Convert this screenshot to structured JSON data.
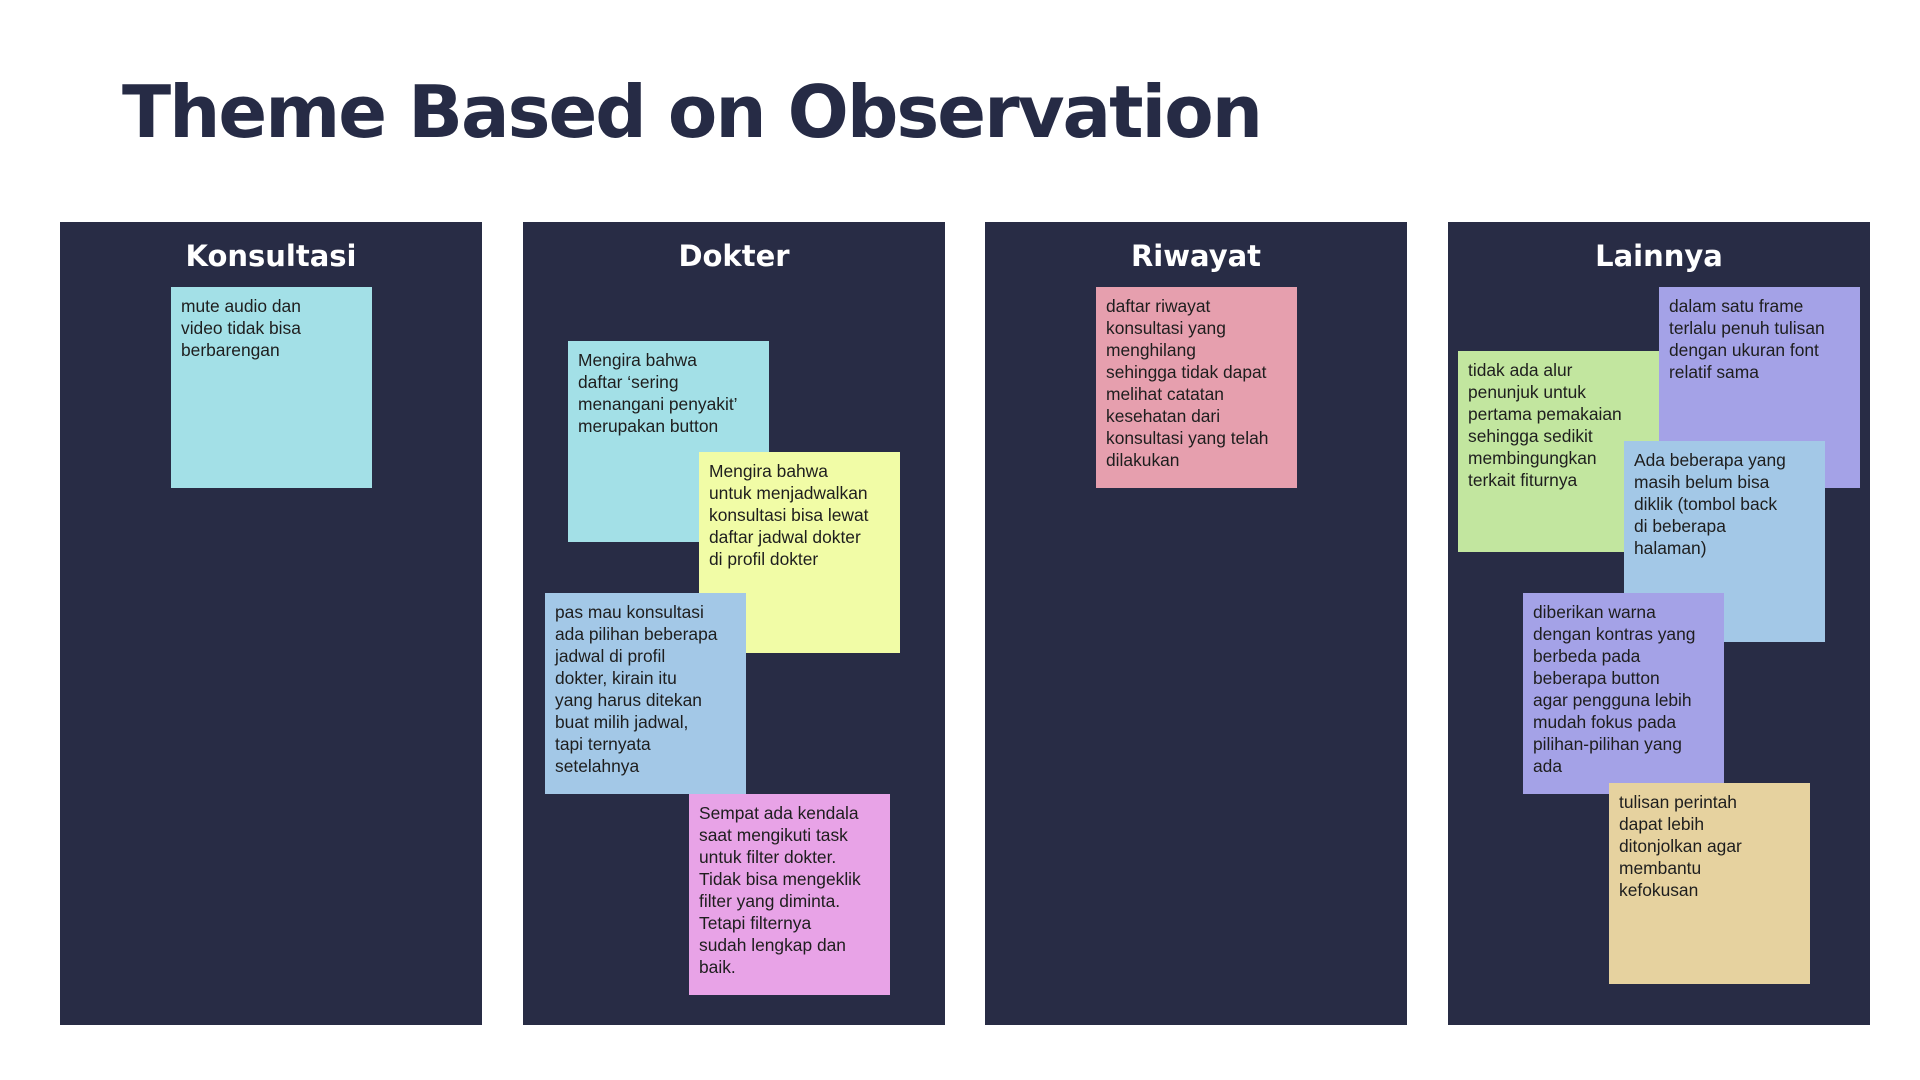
{
  "title": "Theme Based on Observation",
  "colors": {
    "background": "#ffffff",
    "title_text": "#262b45",
    "column_background": "#282c45",
    "column_title_text": "#ffffff",
    "note_cyan": "#a3e0e7",
    "note_yellow": "#f1fca6",
    "note_lightblue": "#a3c8e7",
    "note_magenta": "#e8a3e7",
    "note_pink": "#e69fae",
    "note_green": "#c2e69f",
    "note_lavender": "#a4a2e7",
    "note_tan": "#e6d29f"
  },
  "columns": [
    {
      "title": "Konsultasi",
      "notes": [
        {
          "text": "mute audio dan\nvideo tidak bisa\nberbarengan",
          "color": "#a3e0e7"
        }
      ]
    },
    {
      "title": "Dokter",
      "notes": [
        {
          "text": "Mengira bahwa\ndaftar ‘sering\nmenangani penyakit’\nmerupakan button",
          "color": "#a3e0e7"
        },
        {
          "text": "Mengira bahwa\nuntuk menjadwalkan\nkonsultasi bisa lewat\ndaftar jadwal dokter\ndi profil dokter",
          "color": "#f1fca6"
        },
        {
          "text": "pas mau konsultasi\nada pilihan beberapa\njadwal di profil\ndokter, kirain itu\nyang harus ditekan\nbuat milih jadwal,\ntapi ternyata\nsetelahnya",
          "color": "#a3c8e7"
        },
        {
          "text": "Sempat ada kendala\nsaat mengikuti task\nuntuk filter dokter.\nTidak bisa mengeklik\nfilter yang diminta.\nTetapi filternya\nsudah lengkap dan\nbaik.",
          "color": "#e8a3e7"
        }
      ]
    },
    {
      "title": "Riwayat",
      "notes": [
        {
          "text": "daftar riwayat\nkonsultasi yang\nmenghilang\nsehingga tidak dapat\nmelihat catatan\nkesehatan dari\nkonsultasi yang telah\ndilakukan",
          "color": "#e69fae"
        }
      ]
    },
    {
      "title": "Lainnya",
      "notes": [
        {
          "text": "dalam satu frame\nterlalu penuh tulisan\ndengan ukuran font\nrelatif sama",
          "color": "#a4a2e7"
        },
        {
          "text": "tidak ada alur\npenunjuk untuk\npertama pemakaian\nsehingga sedikit\nmembingungkan\nterkait fiturnya",
          "color": "#c2e69f"
        },
        {
          "text": "Ada beberapa yang\nmasih belum bisa\ndiklik  (tombol back\ndi beberapa\nhalaman)",
          "color": "#a3c8e7"
        },
        {
          "text": "diberikan warna\ndengan kontras yang\nberbeda pada\nbeberapa button\nagar pengguna lebih\nmudah fokus pada\npilihan-pilihan yang\nada",
          "color": "#a4a2e7"
        },
        {
          "text": "tulisan perintah\ndapat lebih\nditonjolkan agar\nmembantu\nkefokusan",
          "color": "#e6d29f"
        }
      ]
    }
  ]
}
